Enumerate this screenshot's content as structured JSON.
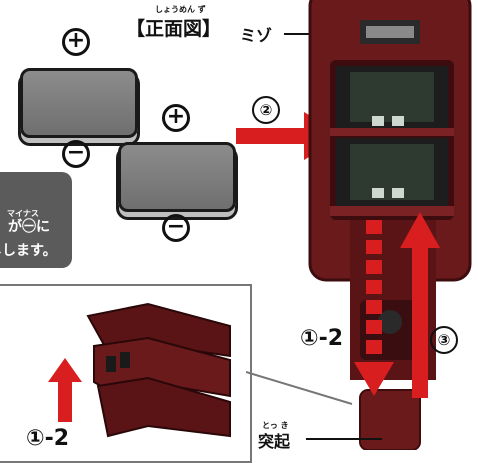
{
  "header": {
    "title": "【正面図】",
    "title_ruby": "しょうめん ず",
    "groove_label": "ミゾ"
  },
  "polarity": {
    "plus": "+",
    "minus": "−"
  },
  "note": {
    "ruby": "マイナス",
    "line1": "が㊀に",
    "line2": "しします。"
  },
  "steps": {
    "step2": "②",
    "step3": "③",
    "step1_2_right": "①-2",
    "step1_2_left": "①-2"
  },
  "labels": {
    "protrusion": "突起",
    "protrusion_ruby": "とっ き"
  },
  "colors": {
    "device_body": "#6b1a1c",
    "device_dark": "#3d0c0e",
    "arrow_red": "#d81e1e",
    "battery_gray": "#7a7a7a",
    "note_bg": "#5b5b5b"
  },
  "icons": [
    "plus-icon",
    "minus-icon",
    "arrow-right-icon",
    "arrow-up-icon",
    "arrow-down-dashed-icon"
  ]
}
